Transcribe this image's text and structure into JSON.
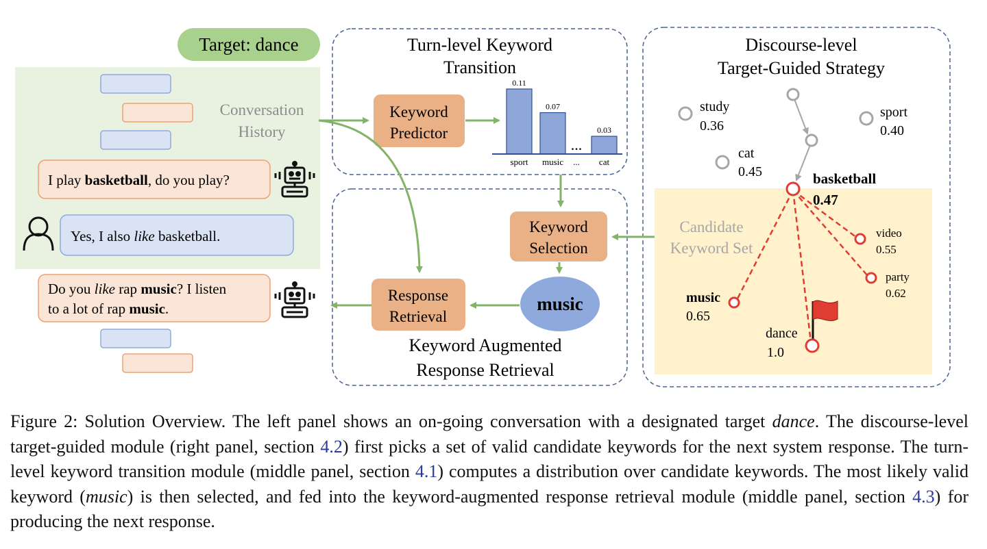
{
  "target_label": "Target: dance",
  "left_panel": {
    "history_label_1": "Conversation",
    "history_label_2": "History",
    "bot_message_1": {
      "prefix": "I play ",
      "keyword": "basketball",
      "suffix": ", do you play?"
    },
    "user_message": {
      "prefix": "Yes, I also ",
      "italic": "like",
      "suffix": " basketball."
    },
    "bot_message_2": {
      "line1_prefix": "Do you ",
      "line1_italic": "like",
      "line1_mid": " rap ",
      "line1_bold": "music",
      "line1_suffix": "? I listen",
      "line2_prefix": "to a lot of rap ",
      "line2_bold": "music",
      "line2_suffix": "."
    }
  },
  "middle_top": {
    "title_1": "Turn-level Keyword",
    "title_2": "Transition",
    "predictor_1": "Keyword",
    "predictor_2": "Predictor"
  },
  "middle_bottom": {
    "selection_1": "Keyword",
    "selection_2": "Selection",
    "retrieval_1": "Response",
    "retrieval_2": "Retrieval",
    "selected_keyword": "music",
    "title_1": "Keyword Augmented",
    "title_2": "Response Retrieval"
  },
  "chart_data": {
    "type": "bar",
    "categories": [
      "sport",
      "music",
      "...",
      "cat"
    ],
    "values": [
      0.11,
      0.07,
      null,
      0.03
    ],
    "value_labels": [
      "0.11",
      "0.07",
      "...",
      "0.03"
    ],
    "ylim": [
      0,
      0.11
    ]
  },
  "right_panel": {
    "title_1": "Discourse-level",
    "title_2": "Target-Guided Strategy",
    "candidate_label_1": "Candidate",
    "candidate_label_2": "Keyword Set",
    "keywords": [
      {
        "word": "study",
        "score": "0.36"
      },
      {
        "word": "sport",
        "score": "0.40"
      },
      {
        "word": "cat",
        "score": "0.45"
      },
      {
        "word": "basketball",
        "score": "0.47"
      },
      {
        "word": "video",
        "score": "0.55"
      },
      {
        "word": "party",
        "score": "0.62"
      },
      {
        "word": "music",
        "score": "0.65"
      },
      {
        "word": "dance",
        "score": "1.0"
      }
    ]
  },
  "caption": {
    "p1": "Figure 2: Solution Overview. The left panel shows an on-going conversation with a designated target ",
    "p1_italic": "dance",
    "p2": ". The discourse-level target-guided module (right panel, section ",
    "ref1": "4.2",
    "p3": ") first picks a set of valid candidate keywords for the next system response. The turn-level keyword transition module (middle panel, section ",
    "ref2": "4.1",
    "p4": ") computes a distribution over candidate keywords. The most likely valid keyword (",
    "p4_italic": "music",
    "p5": ") is then selected, and fed into the keyword-augmented response retrieval module (middle panel, section ",
    "ref3": "4.3",
    "p6": ") for producing the next response."
  },
  "colors": {
    "green_panel": "#e9f1e1",
    "target_pill": "#a9d18e",
    "orange_box": "#eab186",
    "blue_bubble": "#dae3f3",
    "peach_bubble": "#fbe5d6",
    "bar_fill": "#8fa6d9",
    "music_ellipse": "#8ea9db",
    "candidate_bg": "#fff2cc",
    "arrow_green": "#82b366",
    "red": "#e03c31"
  }
}
